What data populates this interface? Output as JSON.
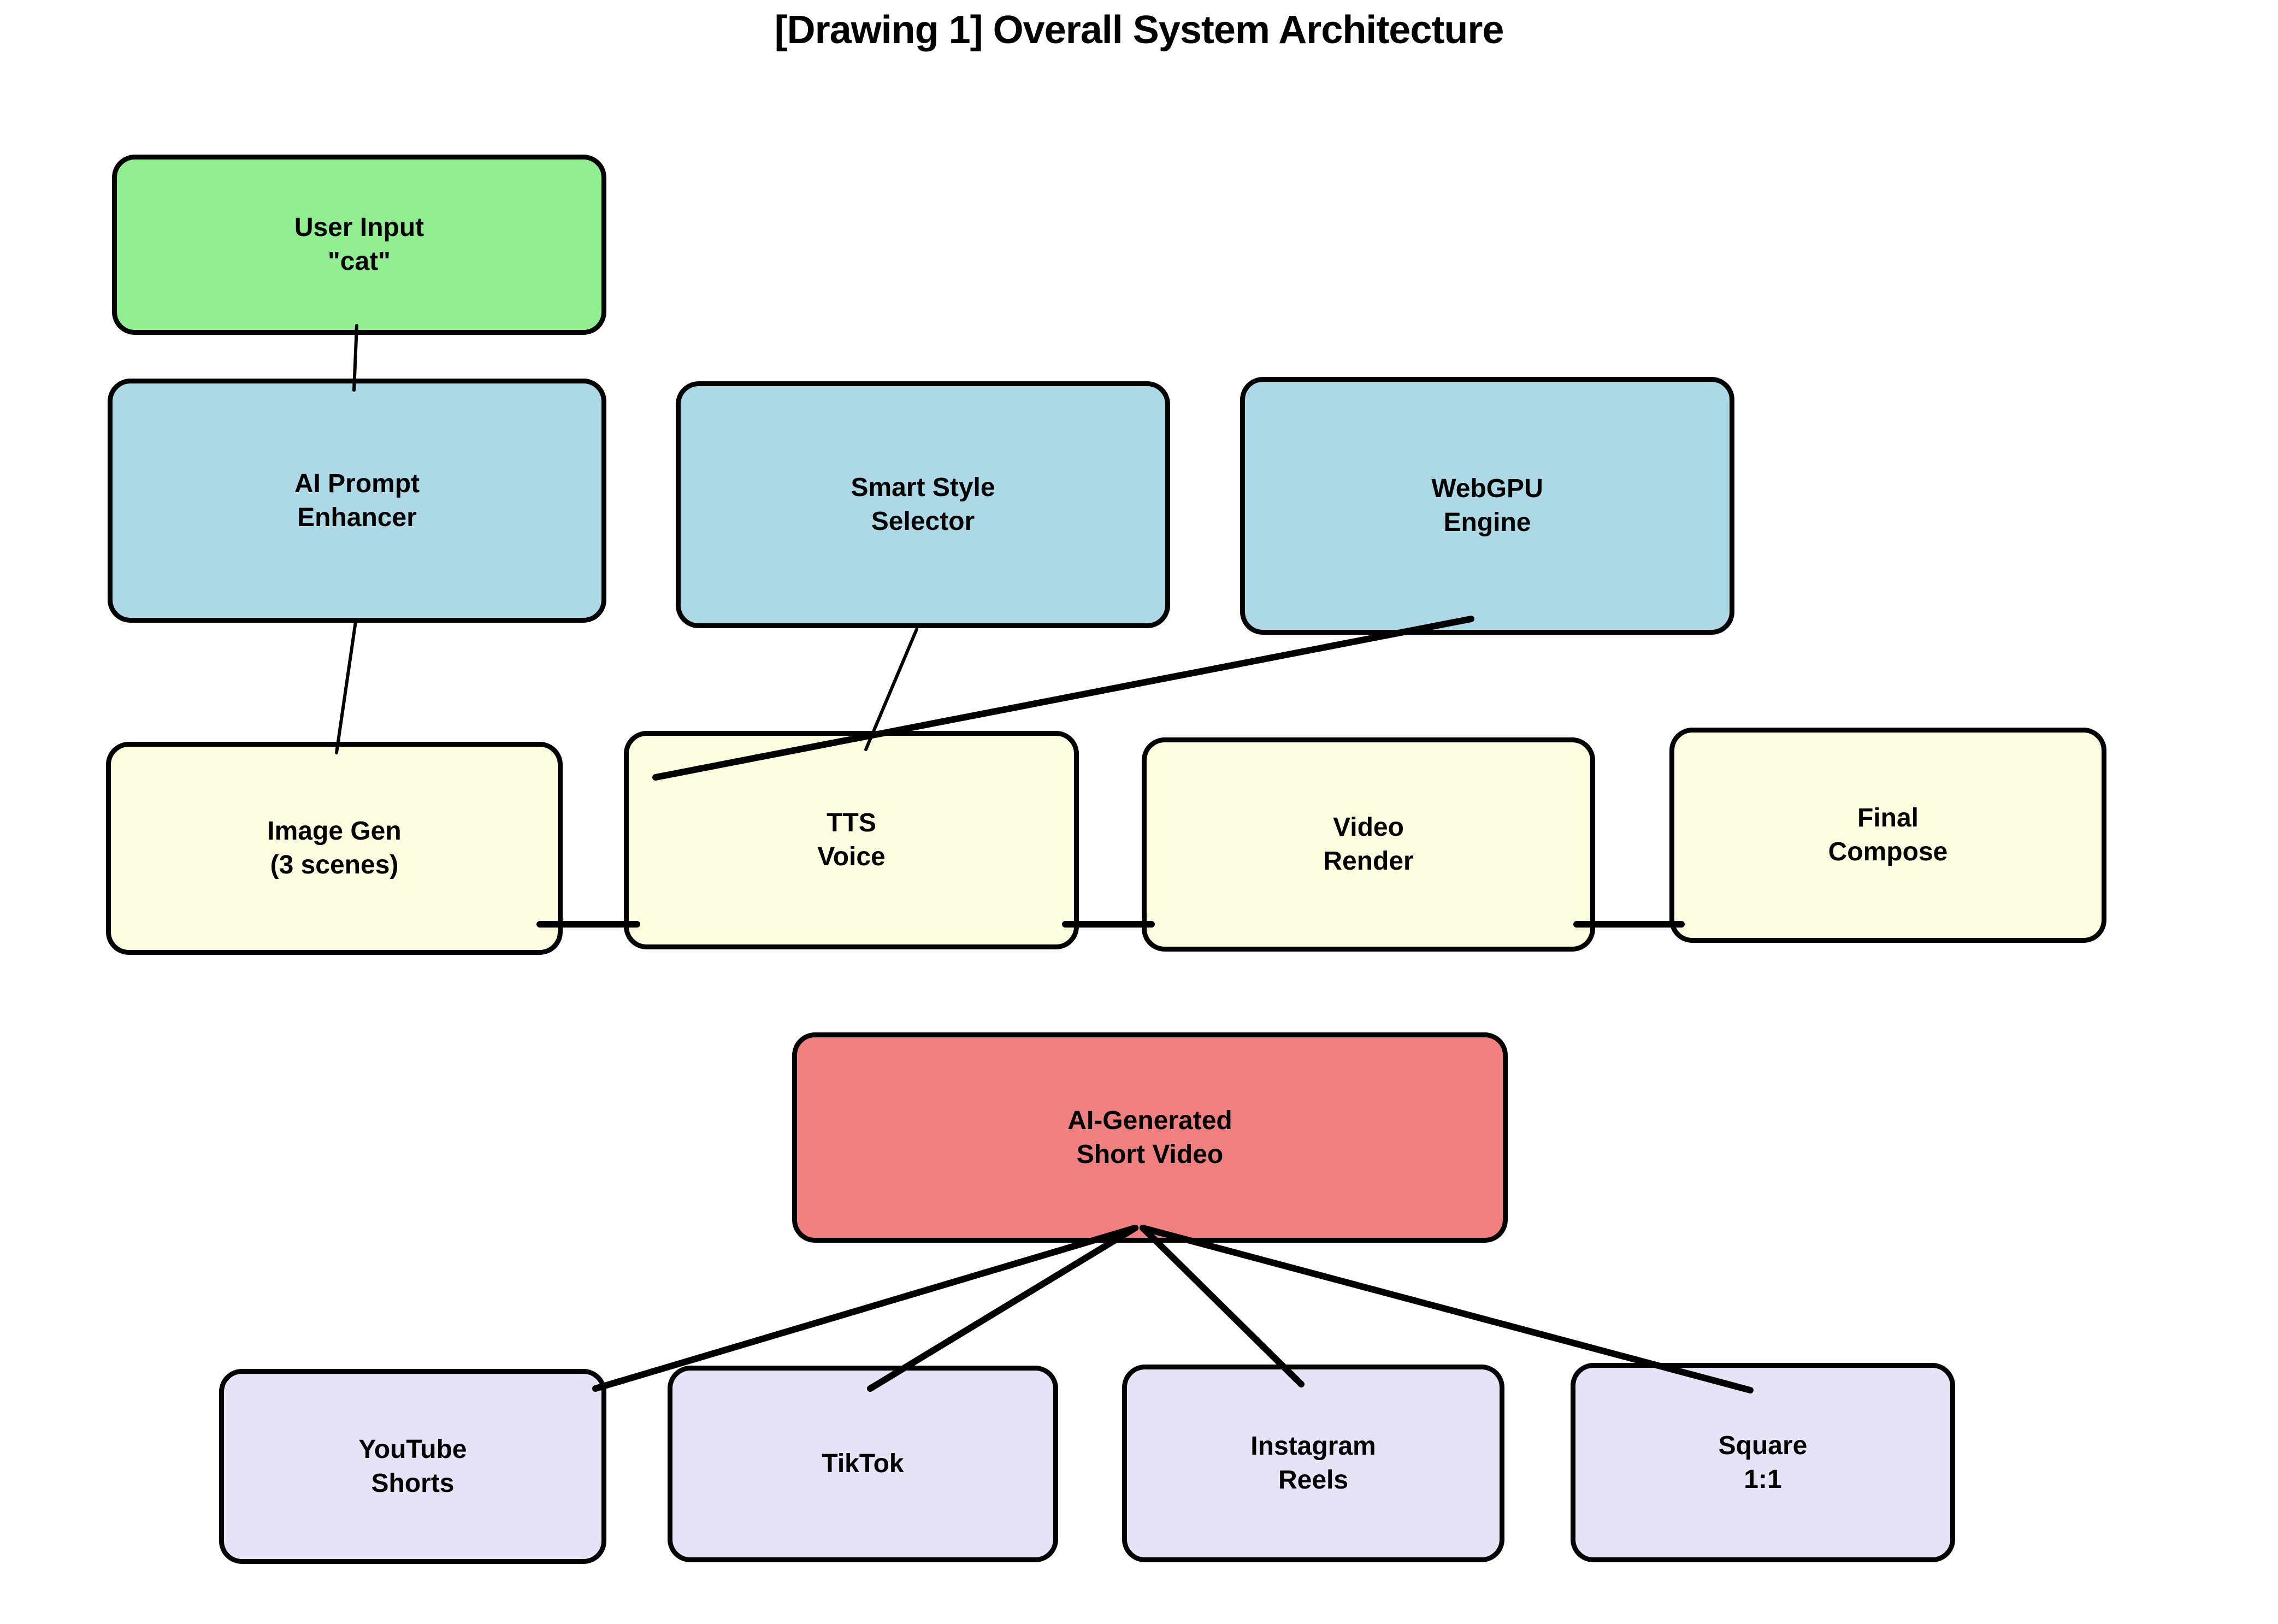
{
  "diagram": {
    "title": "[Drawing 1] Overall System Architecture",
    "colors": {
      "background": "#FFFFFF",
      "line": "#000000",
      "border": "#000000",
      "user_input": "#90EE90",
      "process": "#ADD8E6",
      "pipeline": "#FEFCDF",
      "output": "#F08080",
      "platform": "#E4E4F6"
    },
    "nodes": {
      "user_input": {
        "line1": "User Input",
        "line2": "\"cat\""
      },
      "ai_prompt_enhancer": {
        "line1": "AI Prompt",
        "line2": "Enhancer"
      },
      "smart_style_selector": {
        "line1": "Smart Style",
        "line2": "Selector"
      },
      "webgpu_engine": {
        "line1": "WebGPU",
        "line2": "Engine"
      },
      "image_gen": {
        "line1": "Image Gen",
        "line2": "(3 scenes)"
      },
      "tts_voice": {
        "line1": "TTS",
        "line2": "Voice"
      },
      "video_render": {
        "line1": "Video",
        "line2": "Render"
      },
      "final_compose": {
        "line1": "Final",
        "line2": "Compose"
      },
      "ai_short_video": {
        "line1": "AI-Generated",
        "line2": "Short Video"
      },
      "youtube_shorts": {
        "line1": "YouTube",
        "line2": "Shorts"
      },
      "tiktok": {
        "line1": "TikTok"
      },
      "instagram_reels": {
        "line1": "Instagram",
        "line2": "Reels"
      },
      "square_1_1": {
        "line1": "Square",
        "line2": "1:1"
      }
    },
    "edges": [
      {
        "from": "user_input",
        "to": "ai_prompt_enhancer"
      },
      {
        "from": "ai_prompt_enhancer",
        "to": "image_gen"
      },
      {
        "from": "smart_style_selector",
        "to": "tts_voice"
      },
      {
        "from": "webgpu_engine",
        "to": "tts_voice"
      },
      {
        "from": "image_gen",
        "to": "tts_voice"
      },
      {
        "from": "tts_voice",
        "to": "video_render"
      },
      {
        "from": "video_render",
        "to": "final_compose"
      },
      {
        "from": "ai_short_video",
        "to": "youtube_shorts"
      },
      {
        "from": "ai_short_video",
        "to": "tiktok"
      },
      {
        "from": "ai_short_video",
        "to": "instagram_reels"
      },
      {
        "from": "ai_short_video",
        "to": "square_1_1"
      }
    ]
  }
}
